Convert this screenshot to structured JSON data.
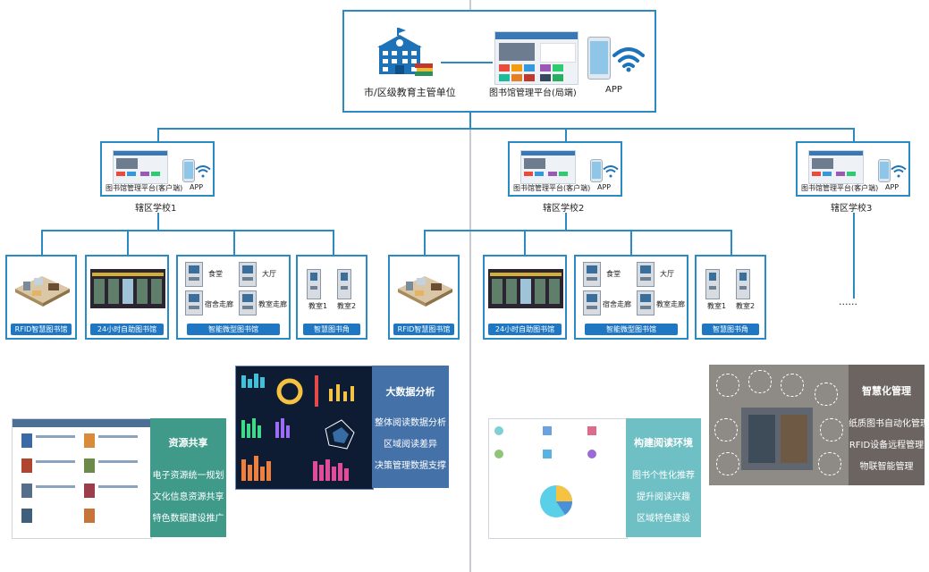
{
  "top": {
    "authority_label": "市/区级教育主管单位",
    "platform_label": "图书馆管理平台(局端)",
    "app_label": "APP"
  },
  "schools": [
    {
      "name": "辖区学校1",
      "platform_label": "图书馆管理平台(客户端)",
      "app_label": "APP"
    },
    {
      "name": "辖区学校2",
      "platform_label": "图书馆管理平台(客户端)",
      "app_label": "APP"
    },
    {
      "name": "辖区学校3",
      "platform_label": "图书馆管理平台(客户端)",
      "app_label": "APP"
    }
  ],
  "libraries": {
    "rfid": "RFID智慧图书馆",
    "h24": "24小时自助图书馆",
    "mini": "智能微型图书馆",
    "corner": "智慧图书角",
    "mini_spots": [
      "食堂",
      "大厅",
      "宿舍走廊",
      "教室走廊"
    ],
    "corner_spots": [
      "教室1",
      "教室2"
    ],
    "more": "......"
  },
  "panels": {
    "resource": {
      "title": "资源共享",
      "items": [
        "电子资源统一规划",
        "文化信息资源共享",
        "特色数据建设推广"
      ]
    },
    "bigdata": {
      "title": "大数据分析",
      "items": [
        "整体阅读数据分析",
        "区域阅读差异",
        "决策管理数据支撑"
      ]
    },
    "reading": {
      "title": "构建阅读环境",
      "items": [
        "图书个性化推荐",
        "提升阅读兴趣",
        "区域特色建设"
      ]
    },
    "smart": {
      "title": "智慧化管理",
      "items": [
        "纸质图书自动化管理",
        "RFID设备远程管理",
        "物联智能管理"
      ]
    }
  },
  "colors": {
    "line": "#2a8ac4",
    "pill": "#1f77c3",
    "resource": "#3f9a8a",
    "bigdata": "#4472a8",
    "reading": "#6fc0c4",
    "smart": "#6b6460"
  }
}
